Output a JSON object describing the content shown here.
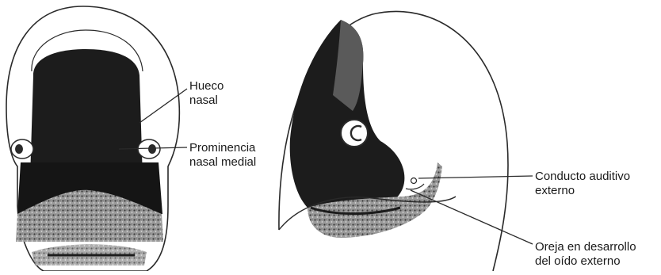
{
  "labels": {
    "hueco_nasal": [
      "Hueco",
      "nasal"
    ],
    "prominencia_nasal_medial": [
      "Prominencia",
      "nasal medial"
    ],
    "conducto_auditivo_externo": [
      "Conducto auditivo",
      "externo"
    ],
    "oreja_en_desarrollo": [
      "Oreja en desarrollo",
      "del oído externo"
    ]
  },
  "colors": {
    "outline": "#2a2a2a",
    "dark_region": "#1c1c1c",
    "mottled_region": "#8a8a8a",
    "background": "#ffffff"
  }
}
